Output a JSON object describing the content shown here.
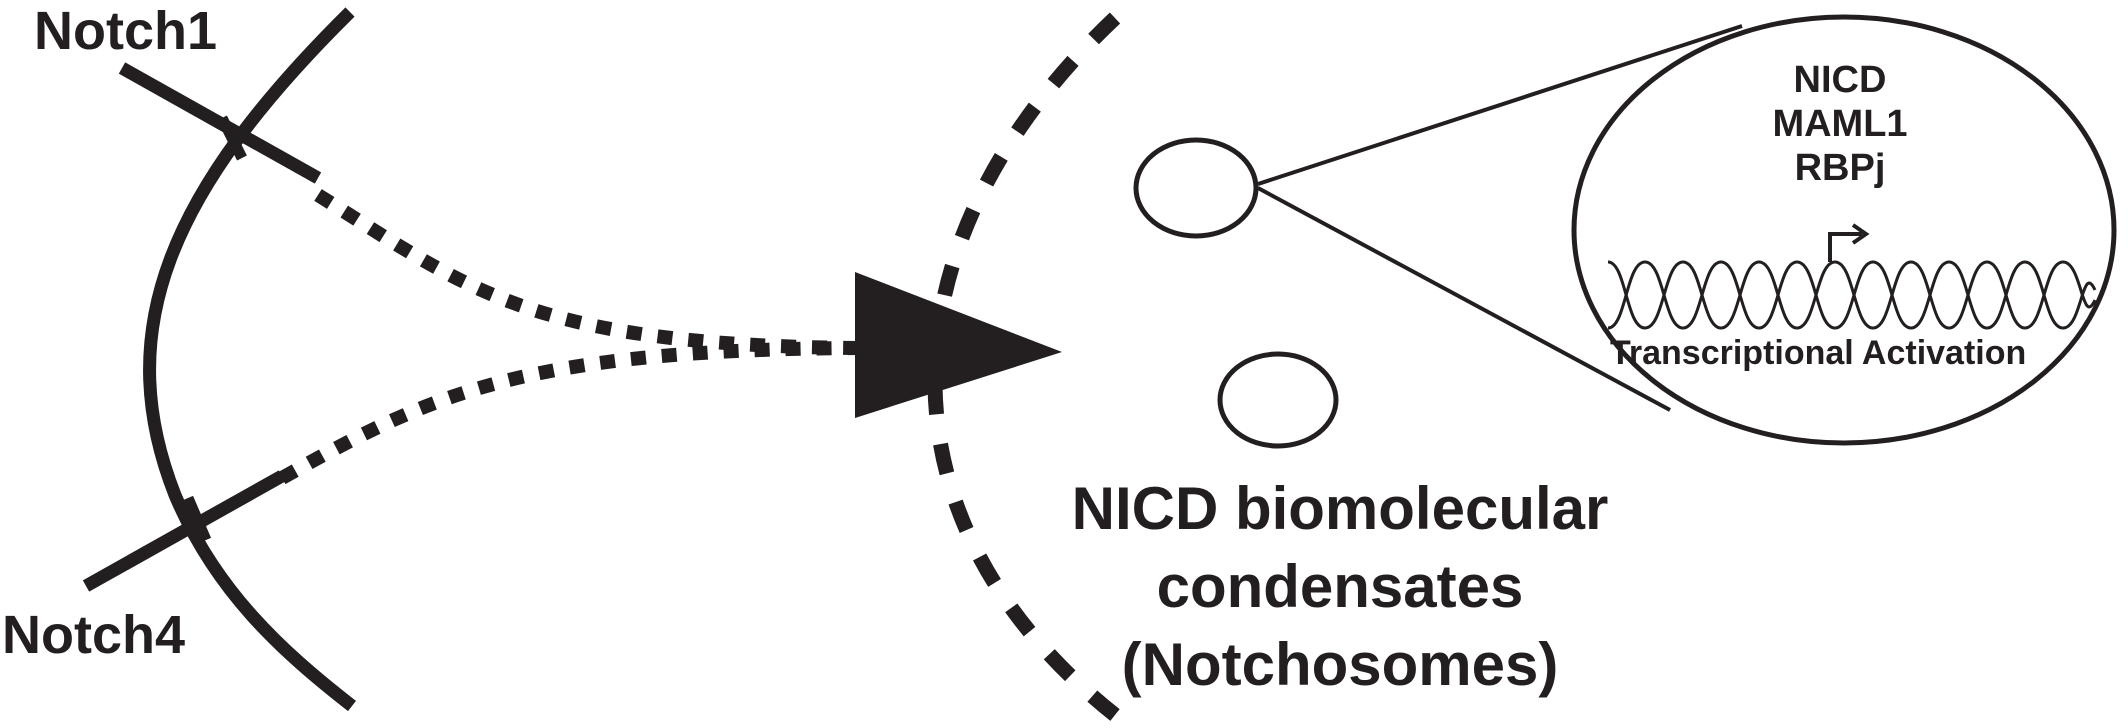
{
  "labels": {
    "notch1": "Notch1",
    "notch4": "Notch4",
    "condensates": [
      "NICD biomolecular",
      "condensates",
      "(Notchosomes)"
    ],
    "complex": [
      "NICD",
      "MAML1",
      "RBPj"
    ],
    "activation": "Transcriptional Activation"
  },
  "colors": {
    "ink": "#231f20",
    "background": "#ffffff"
  }
}
